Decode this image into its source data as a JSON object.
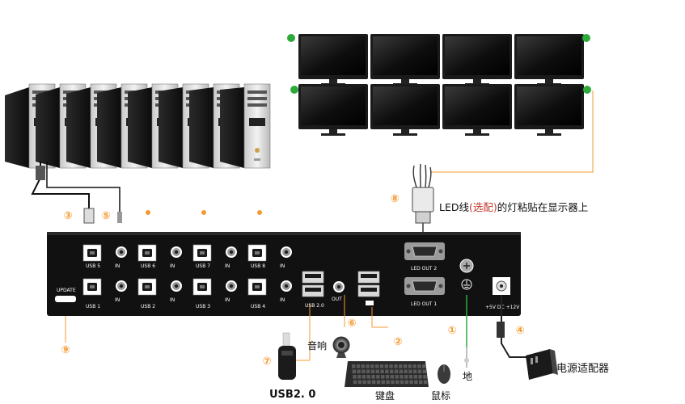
{
  "colors": {
    "accent": "#f39a32",
    "panel": "#111111",
    "monitor_dot": "#2eaa3c",
    "led_note_highlight": "#c0392b"
  },
  "callouts": [
    "①",
    "②",
    "③",
    "④",
    "⑤",
    "⑥",
    "⑦",
    "⑧",
    "⑨"
  ],
  "led_note": {
    "prefix": "LED线",
    "highlight": "(选配)",
    "suffix": "的灯粘贴在显示器上"
  },
  "panel_labels": {
    "update": "UPDATE",
    "usb_ports": [
      "USB 5",
      "USB 6",
      "USB 7",
      "USB 8",
      "USB 1",
      "USB 2",
      "USB 3",
      "USB 4"
    ],
    "audio_in": "IN",
    "usb20": "USB 2.0",
    "audio_out": "OUT",
    "led_out_2": "LED OUT 2",
    "led_out_1": "LED OUT 1",
    "power_in": "+5V DC +12V"
  },
  "devices": {
    "speaker": "音响",
    "usb_drive": "USB2. 0",
    "keyboard": "键盘",
    "mouse": "鼠标",
    "ground": "地",
    "power_adapter": "电源适配器"
  },
  "counts": {
    "computers": 8,
    "monitors": 8
  }
}
